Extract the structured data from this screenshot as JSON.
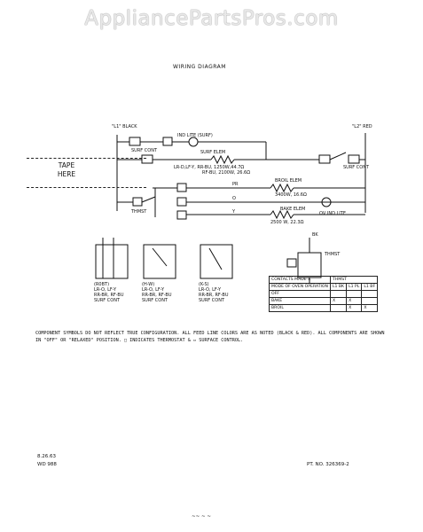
{
  "watermark": "AppliancePartsPros.com",
  "title": "WIRING DIAGRAM",
  "tape_label": "TAPE HERE",
  "wire_labels": {
    "l1": "\"L1\" BLACK",
    "l2": "\"L2\" RED",
    "ind_lite": "IND LITE (SURF)",
    "surf_elem": "SURF ELEM",
    "surf_elem_spec1": "LR-D,LF-Y, RR-BU, 1250W,44.7Ω",
    "surf_elem_spec2": "RF-BU, 2100W, 26.6Ω",
    "surf_cont_left": "SURF CONT",
    "surf_cont_right": "SURF CONT",
    "thmst": "THMST",
    "broil_elem": "BROIL ELEM",
    "broil_spec": "3400W, 16.6Ω",
    "bake_elem": "BAKE ELEM",
    "bake_spec": "2500 W, 22.3Ω",
    "ov_ind_lite": "OV IND LITE",
    "pr": "PR",
    "o": "O",
    "y": "Y",
    "bk": "BK",
    "thmst_right": "THMST"
  },
  "switches": [
    {
      "tag": "(R0BT)",
      "line1": "LR-O, LF-Y",
      "line2": "RR-BR, RF-BU",
      "line3": "SURF CONT"
    },
    {
      "tag": "(H-W)",
      "line1": "LR-O, LF-Y",
      "line2": "RR-BR, RF-BU",
      "line3": "SURF CONT"
    },
    {
      "tag": "(K-S)",
      "line1": "LR-O, LF-Y",
      "line2": "RR-BR, RF-BU",
      "line3": "SURF CONT"
    }
  ],
  "contacts_table": {
    "rows": [
      [
        "CONTACTS MADE  X",
        "THMST",
        "",
        ""
      ],
      [
        "MODE OF OVEN OPERATION",
        "L1 BK",
        "L1 PL",
        "L1 BF"
      ],
      [
        "OFF",
        "",
        "",
        ""
      ],
      [
        "BAKE",
        "X",
        "X",
        ""
      ],
      [
        "BROIL",
        "",
        "X",
        "X"
      ]
    ]
  },
  "note": "COMPONENT SYMBOLS DO NOT REFLECT TRUE CONFIGURATION. ALL FEED LINE COLORS ARE AS NOTED (BLACK & RED). ALL COMPONENTS ARE SHOWN IN \"OFF\" OR \"RELAXED\" POSITION. □ INDICATES THERMOSTAT & ▭ SURFACE CONTROL.",
  "footer": {
    "date": "8.26.63",
    "wd": "WD 988",
    "part_no": "PT. NO. 326369-2",
    "bottom_mark": "~~ ~ ~"
  }
}
